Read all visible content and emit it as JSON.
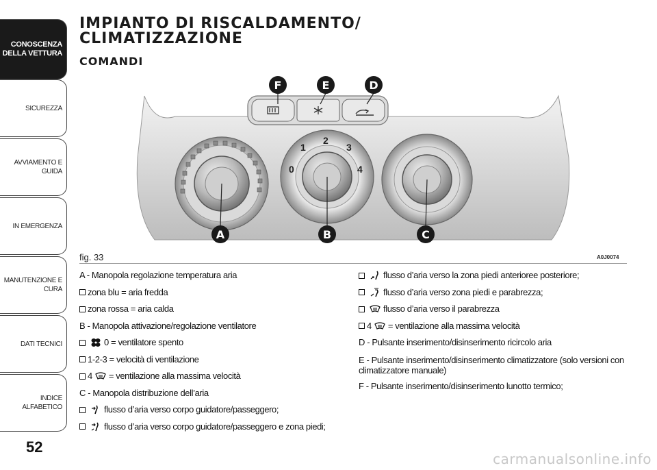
{
  "tabs": [
    {
      "label": "CONOSCENZA\nDELLA VETTURA",
      "active": true
    },
    {
      "label": "SICUREZZA",
      "active": false
    },
    {
      "label": "AVVIAMENTO E\nGUIDA",
      "active": false
    },
    {
      "label": "IN EMERGENZA",
      "active": false
    },
    {
      "label": "MANUTENZIONE E\nCURA",
      "active": false
    },
    {
      "label": "DATI TECNICI",
      "active": false
    },
    {
      "label": "INDICE ALFABETICO",
      "active": false
    }
  ],
  "page_number": "52",
  "title": "IMPIANTO DI RISCALDAMENTO/\nCLIMATIZZAZIONE",
  "subtitle": "COMANDI",
  "figure": {
    "caption": "fig. 33",
    "code": "A0J0074",
    "callouts": {
      "a": "A",
      "b": "B",
      "c": "C",
      "d": "D",
      "e": "E",
      "f": "F"
    },
    "speed_labels": {
      "s0": "0",
      "s1": "1",
      "s2": "2",
      "s3": "3",
      "s4": "4"
    }
  },
  "left": {
    "a_heading": "A - Manopola regolazione temperatura aria",
    "a1": "zona blu = aria fredda",
    "a2": "zona rossa = aria calda",
    "b_heading": "B - Manopola attivazione/regolazione ventilatore",
    "b1": "0 = ventilatore spento",
    "b2": "1-2-3 = velocità di ventilazione",
    "b3_prefix": "4",
    "b3": "= ventilazione alla massima velocità",
    "c_heading": "C - Manopola distribuzione dell’aria",
    "c1": "flusso d’aria verso corpo guidatore/passeggero;",
    "c2": "flusso d’aria verso corpo guidatore/passeggero e zona piedi;"
  },
  "right": {
    "r1": "flusso d’aria verso la zona piedi anterioree posteriore;",
    "r2": "flusso d’aria verso zona piedi e parabrezza;",
    "r3": "flusso d’aria verso il parabrezza",
    "r4_prefix": "4",
    "r4": "= ventilazione alla massima velocità",
    "d_text": "D - Pulsante inserimento/disinserimento ricircolo aria",
    "e_text": "E - Pulsante inserimento/disinserimento climatizzatore (solo versioni con climatizzatore manuale)",
    "f_text": "F - Pulsante inserimento/disinserimento lunotto termico;"
  },
  "watermark": "carmanualsonline.info"
}
